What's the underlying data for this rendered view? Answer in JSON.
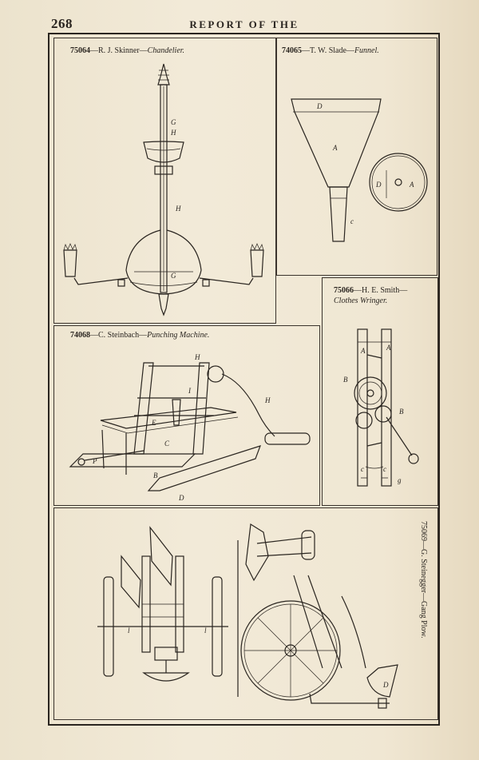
{
  "header": {
    "page_number": "268",
    "running_title": "REPORT OF THE"
  },
  "figures": [
    {
      "number": "75064",
      "sep": "—",
      "inventor": "R. J. Skinner—",
      "invention": "Chandelier.",
      "labels": [
        "G",
        "H",
        "H",
        "G"
      ]
    },
    {
      "number": "74065",
      "sep": "—",
      "inventor": "T. W. Slade—",
      "invention": "Funnel.",
      "labels": [
        "D",
        "A",
        "c",
        "D",
        "A"
      ]
    },
    {
      "number": "75066",
      "sep": "—",
      "inventor": "H. E. Smith—",
      "invention": "Clothes Wringer.",
      "labels": [
        "A",
        "A",
        "B",
        "B",
        "c",
        "c",
        "g"
      ]
    },
    {
      "number": "74068",
      "sep": "—",
      "inventor": "C. Steinbach—",
      "invention": "Punching Machine.",
      "labels": [
        "H",
        "I",
        "H",
        "E",
        "C",
        "P",
        "B",
        "D"
      ]
    },
    {
      "number": "75069",
      "sep": "—",
      "inventor": "G. Steinegger—",
      "invention": "Gang Plow.",
      "labels": [
        "l",
        "l",
        "D"
      ]
    }
  ]
}
